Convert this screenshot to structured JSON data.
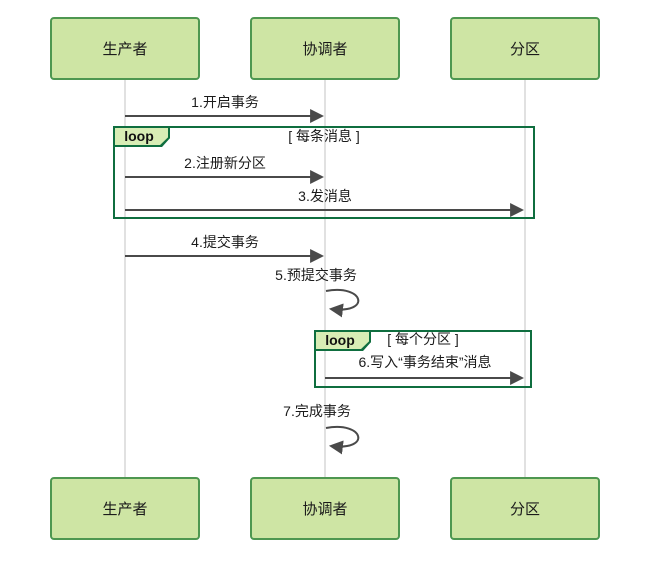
{
  "diagram": {
    "type": "sequence-diagram",
    "actors": [
      {
        "name": "生产者"
      },
      {
        "name": "协调者"
      },
      {
        "name": "分区"
      }
    ],
    "messages": [
      {
        "seq": "1",
        "label": "1.开启事务",
        "from": "生产者",
        "to": "协调者",
        "kind": "solid-arrow"
      },
      {
        "seq": "2",
        "label": "2.注册新分区",
        "from": "生产者",
        "to": "协调者",
        "kind": "solid-arrow"
      },
      {
        "seq": "3",
        "label": "3.发消息",
        "from": "生产者",
        "to": "分区",
        "kind": "solid-arrow"
      },
      {
        "seq": "4",
        "label": "4.提交事务",
        "from": "生产者",
        "to": "协调者",
        "kind": "solid-arrow"
      },
      {
        "seq": "5",
        "label": "5.预提交事务",
        "from": "协调者",
        "to": "协调者",
        "kind": "self-loop"
      },
      {
        "seq": "6",
        "label": "6.写入“事务结束”消息",
        "from": "协调者",
        "to": "分区",
        "kind": "solid-arrow"
      },
      {
        "seq": "7",
        "label": "7.完成事务",
        "from": "协调者",
        "to": "协调者",
        "kind": "self-loop"
      }
    ],
    "loops": [
      {
        "operator": "loop",
        "condition": "[ 每条消息 ]",
        "covers": [
          "2",
          "3"
        ]
      },
      {
        "operator": "loop",
        "condition": "[ 每个分区 ]",
        "covers": [
          "6"
        ]
      }
    ],
    "colors": {
      "actor_fill": "#cee5a4",
      "actor_border": "#4e9750",
      "loop_border": "#0f6e3f",
      "loop_tab_fill": "#d8edb5",
      "arrow": "#4a4a4a",
      "lifeline": "#e1e1e1",
      "text": "#1b1b1b",
      "background": "#ffffff"
    }
  }
}
